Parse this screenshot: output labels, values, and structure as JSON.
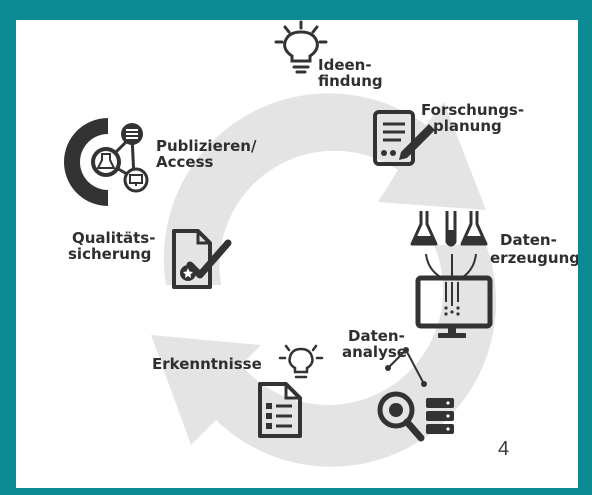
{
  "stages": {
    "ideenfindung": [
      "Ideen-",
      "findung"
    ],
    "forschungsplanung": [
      "Forschungs-",
      "planung"
    ],
    "datenerzeugung": [
      "Daten-",
      "erzeugung"
    ],
    "datenanalyse": [
      "Daten-",
      "analyse"
    ],
    "erkenntnisse": "Erkenntnisse",
    "qualitaetssicherung": [
      "Qualitäts-",
      "sicherung"
    ],
    "publizieren": [
      "Publizieren/",
      "Access"
    ]
  },
  "slide_number": "4",
  "colors": {
    "frame": "#0b8a93",
    "icon": "#333333",
    "cycle_arrows": "#e4e4e4"
  }
}
